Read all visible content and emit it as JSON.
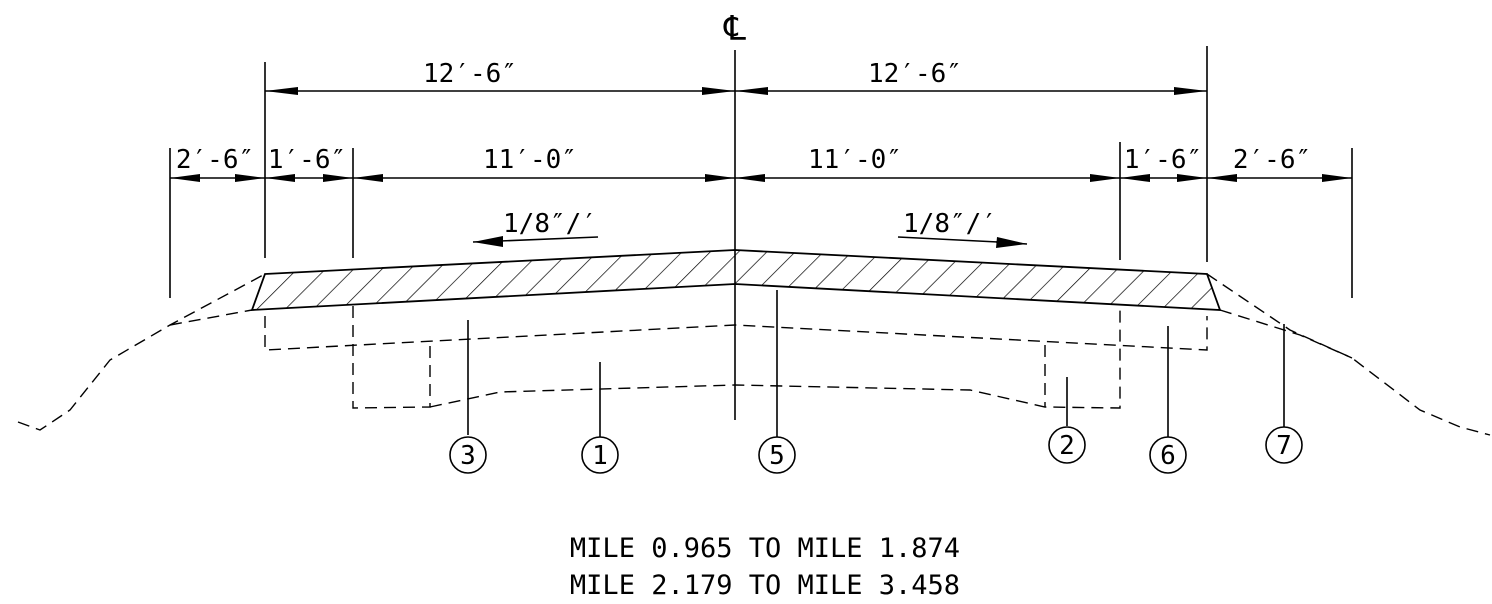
{
  "centerline_symbol": "℄",
  "dimensions": {
    "left_half_width": "12′-6″",
    "right_half_width": "12′-6″",
    "left_outer": "2′-6″",
    "left_shoulder": "1′-6″",
    "left_lane": "11′-0″",
    "right_lane": "11′-0″",
    "right_shoulder": "1′-6″",
    "right_outer": "2′-6″"
  },
  "slopes": {
    "left": "1/8″/′",
    "right": "1/8″/′"
  },
  "callouts": [
    "3",
    "1",
    "5",
    "2",
    "6",
    "7"
  ],
  "notes": [
    "MILE 0.965 TO MILE 1.874",
    "MILE 2.179 TO MILE 3.458"
  ]
}
